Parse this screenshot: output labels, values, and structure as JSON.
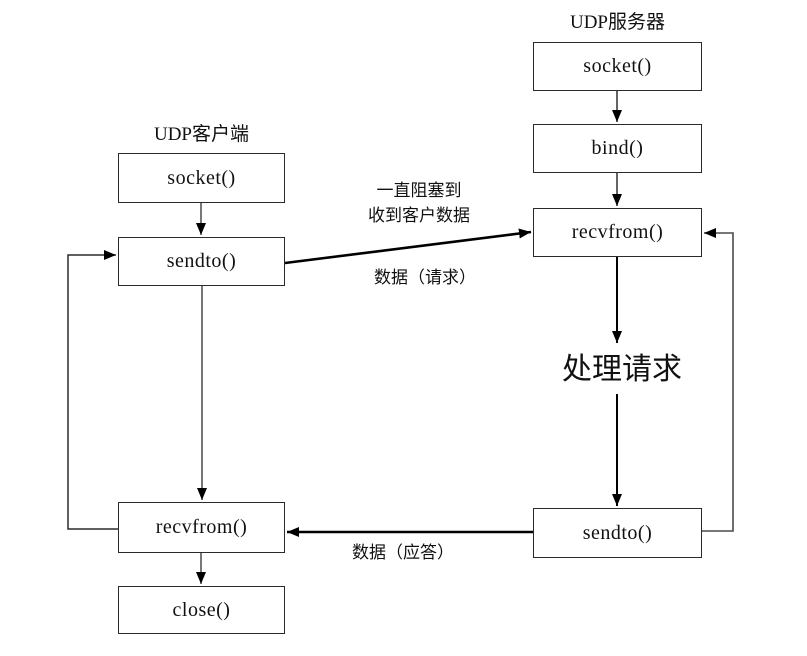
{
  "diagram": {
    "client": {
      "title": "UDP客户端",
      "nodes": {
        "socket": "socket()",
        "sendto": "sendto()",
        "recvfrom": "recvfrom()",
        "close": "close()"
      }
    },
    "server": {
      "title": "UDP服务器",
      "nodes": {
        "socket": "socket()",
        "bind": "bind()",
        "recvfrom": "recvfrom()",
        "sendto": "sendto()"
      }
    },
    "labels": {
      "blocking_note": "一直阻塞到\n收到客户数据",
      "request": "数据（请求）",
      "process": "处理请求",
      "reply": "数据（应答）"
    },
    "colors": {
      "background": "#ffffff",
      "thin_line": "#3d3d3d",
      "bold_line": "#000000",
      "box_border": "#2b2b2b"
    }
  }
}
